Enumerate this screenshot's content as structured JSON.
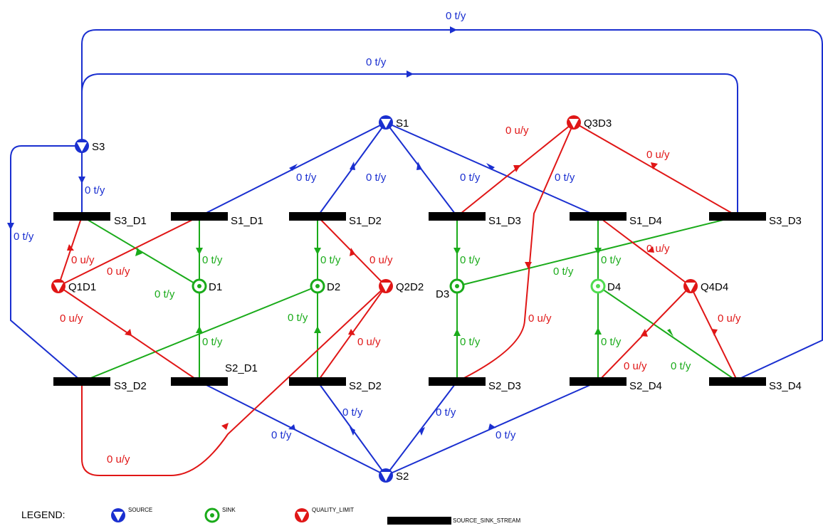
{
  "colors": {
    "source": "#1a2fd0",
    "sink": "#1aab1a",
    "quality": "#e01616",
    "stream": "#000000"
  },
  "nodes": {
    "S1": "S1",
    "S2": "S2",
    "S3": "S3",
    "D1": "D1",
    "D2": "D2",
    "D3": "D3",
    "D4": "D4",
    "Q1D1": "Q1D1",
    "Q2D2": "Q2D2",
    "Q3D3": "Q3D3",
    "Q4D4": "Q4D4"
  },
  "streams": {
    "S3_D1": "S3_D1",
    "S1_D1": "S1_D1",
    "S1_D2": "S1_D2",
    "S1_D3": "S1_D3",
    "S1_D4": "S1_D4",
    "S3_D3": "S3_D3",
    "S3_D2": "S3_D2",
    "S2_D1": "S2_D1",
    "S2_D2": "S2_D2",
    "S2_D3": "S2_D3",
    "S2_D4": "S2_D4",
    "S3_D4": "S3_D4"
  },
  "flow_labels": {
    "ty": "0 t/y",
    "uy": "0 u/y"
  },
  "legend": {
    "title": "LEGEND:",
    "source": "SOURCE",
    "sink": "SINK",
    "quality": "QUALITY_LIMIT",
    "stream": "SOURCE_SINK_STREAM"
  }
}
